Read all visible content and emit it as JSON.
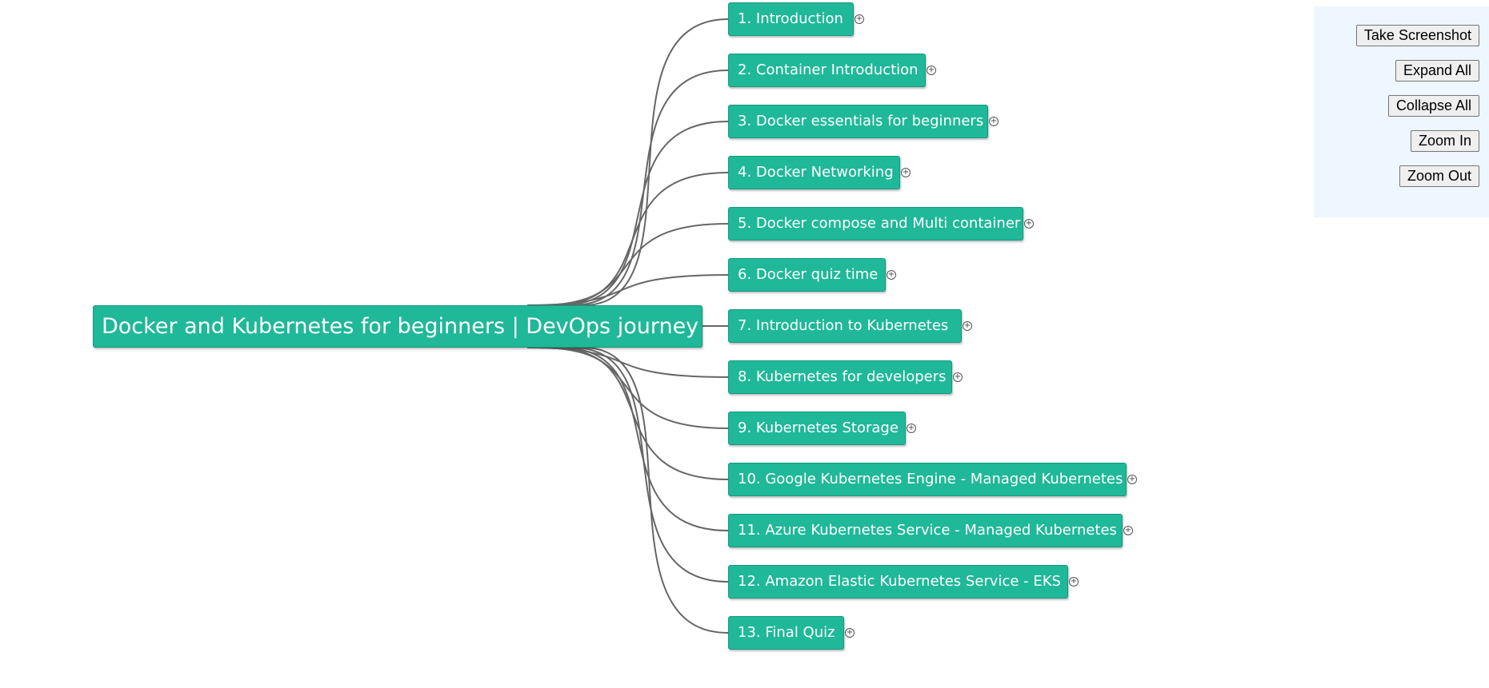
{
  "mindmap": {
    "root": "Docker and Kubernetes for beginners | DevOps journey",
    "children": [
      "1. Introduction",
      "2. Container Introduction",
      "3. Docker essentials for beginners",
      "4. Docker Networking",
      "5. Docker compose and Multi container",
      "6. Docker quiz time",
      "7. Introduction to Kubernetes",
      "8. Kubernetes for developers",
      "9. Kubernetes Storage",
      "10. Google Kubernetes Engine - Managed Kubernetes",
      "11. Azure Kubernetes Service - Managed Kubernetes",
      "12. Amazon Elastic Kubernetes Service - EKS",
      "13. Final Quiz"
    ],
    "toggle_symbol": "+"
  },
  "controls": {
    "take_screenshot": "Take Screenshot",
    "expand_all": "Expand All",
    "collapse_all": "Collapse All",
    "zoom_in": "Zoom In",
    "zoom_out": "Zoom Out"
  },
  "colors": {
    "node_fill": "#1fb899",
    "node_text": "#ffffff",
    "edge": "#666666",
    "panel_bg": "#eef6ff"
  }
}
